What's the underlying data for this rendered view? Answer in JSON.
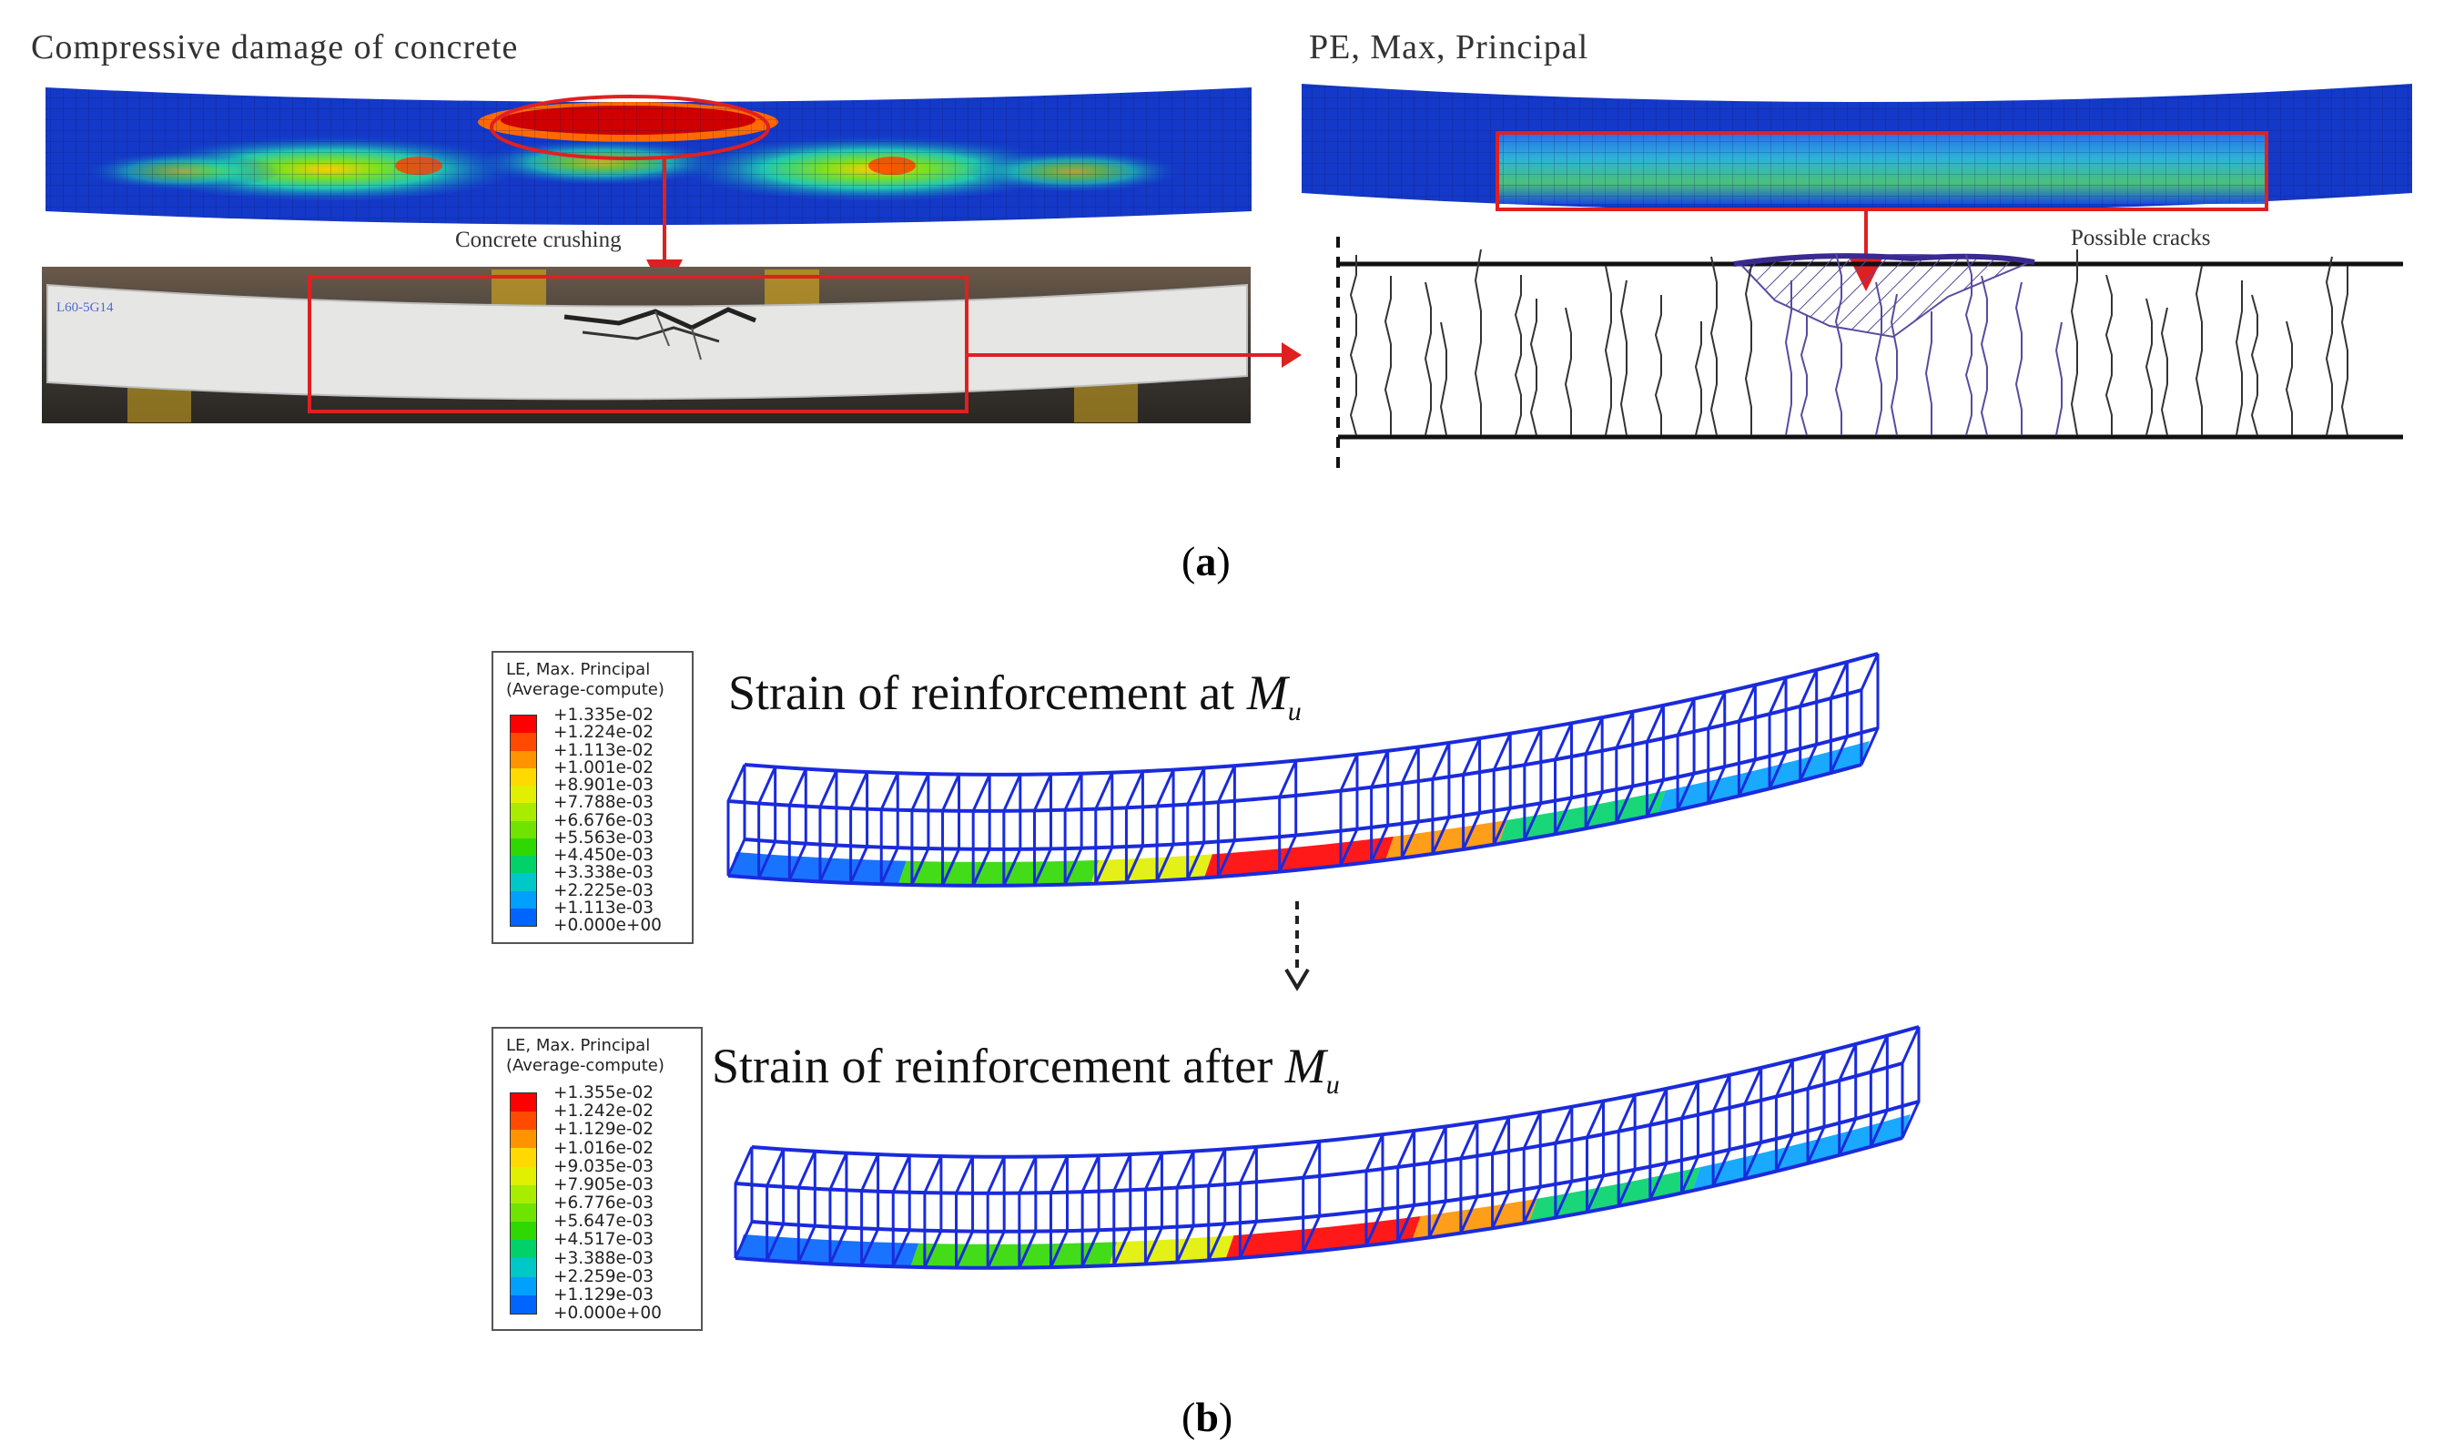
{
  "panel_a": {
    "left_title": "Compressive damage of concrete",
    "right_title": "PE, Max, Principal",
    "label_crushing": "Concrete crushing",
    "label_cracks": "Possible cracks",
    "specimen_tag": "L60-5G14",
    "caption_letter": "a"
  },
  "panel_b": {
    "legend_1": {
      "title_line1": "LE, Max. Principal",
      "title_line2": "(Average-compute)",
      "values": [
        "+1.335e-02",
        "+1.224e-02",
        "+1.113e-02",
        "+1.001e-02",
        "+8.901e-03",
        "+7.788e-03",
        "+6.676e-03",
        "+5.563e-03",
        "+4.450e-03",
        "+3.338e-03",
        "+2.225e-03",
        "+1.113e-03",
        "+0.000e+00"
      ]
    },
    "legend_2": {
      "title_line1": "LE, Max. Principal",
      "title_line2": "(Average-compute)",
      "values": [
        "+1.355e-02",
        "+1.242e-02",
        "+1.129e-02",
        "+1.016e-02",
        "+9.035e-03",
        "+7.905e-03",
        "+6.776e-03",
        "+5.647e-03",
        "+4.517e-03",
        "+3.388e-03",
        "+2.259e-03",
        "+1.129e-03",
        "+0.000e+00"
      ]
    },
    "strain_at_text": "Strain of reinforcement at ",
    "strain_after_text": "Strain of reinforcement after ",
    "moment_symbol": "M",
    "moment_subscript": "u",
    "caption_letter": "b"
  },
  "colors": {
    "contour_scale": [
      "#ff0000",
      "#ff4a00",
      "#ff9400",
      "#ffd900",
      "#e0f000",
      "#a8ec00",
      "#6fe400",
      "#2fd800",
      "#00d26a",
      "#00c8c8",
      "#00a0ff",
      "#0064ff",
      "#0000ff"
    ],
    "annotation_red": "#e02020",
    "rebar_blue": "#1a2bdc"
  }
}
